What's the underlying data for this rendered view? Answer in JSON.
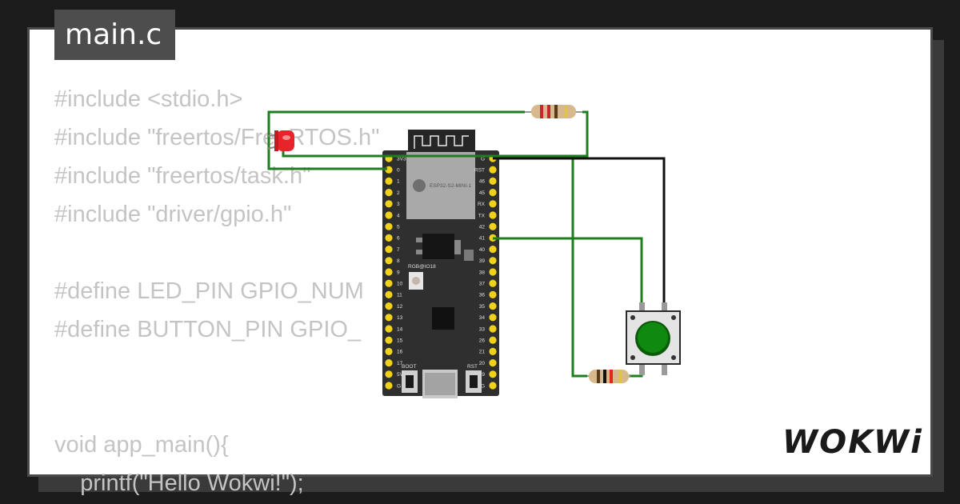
{
  "tab": {
    "title": "main.c"
  },
  "code": {
    "lines": [
      "#include <stdio.h>",
      "#include \"freertos/FreeRTOS.h\"",
      "#include \"freertos/task.h\"",
      "#include \"driver/gpio.h\"",
      "",
      "#define LED_PIN GPIO_NUM",
      "#define BUTTON_PIN GPIO_",
      "",
      "",
      "void app_main(){",
      "    printf(\"Hello Wokwi!\");"
    ]
  },
  "board": {
    "module_label": "ESP32-S2-MINI-1",
    "rgb_label": "RGB@IO18",
    "boot_label": "BOOT",
    "rst_label": "RST",
    "left_pins": [
      "3V3",
      "0",
      "1",
      "2",
      "3",
      "4",
      "5",
      "6",
      "7",
      "8",
      "9",
      "10",
      "11",
      "12",
      "13",
      "14",
      "15",
      "16",
      "17",
      "5V",
      "G"
    ],
    "right_pins": [
      "G",
      "RST",
      "46",
      "45",
      "RX",
      "TX",
      "42",
      "41",
      "40",
      "39",
      "38",
      "37",
      "36",
      "35",
      "34",
      "33",
      "26",
      "21",
      "20",
      "19",
      "G"
    ]
  },
  "logo": {
    "text": "WOKWi"
  },
  "colors": {
    "wire_green": "#1e7d1e",
    "wire_black": "#111111",
    "led_red": "#e8242a",
    "button_green": "#0f8a0f",
    "pin_yellow": "#f1d21b"
  }
}
